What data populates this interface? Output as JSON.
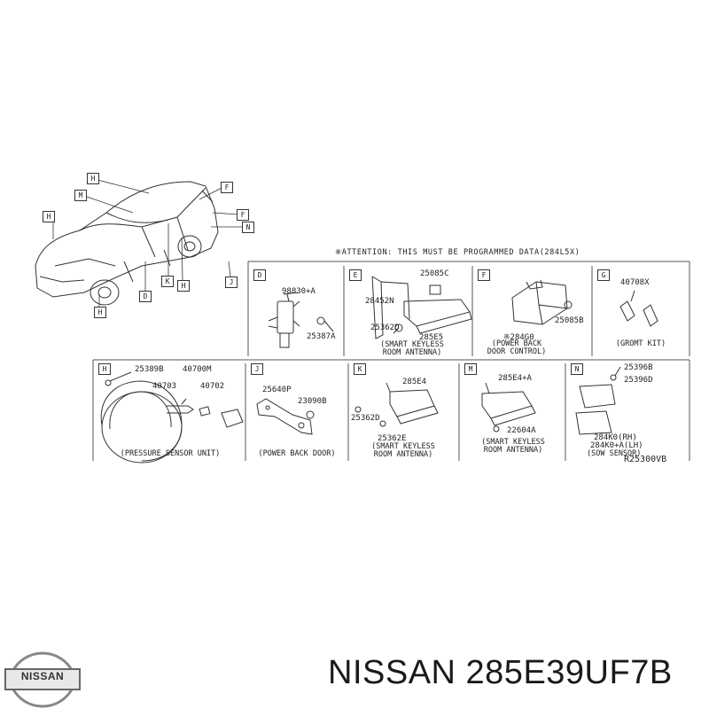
{
  "attention": "※ATTENTION: THIS MUST BE PROGRAMMED DATA(284L5X)",
  "overview": {
    "tags": [
      "H",
      "M",
      "F",
      "F",
      "N",
      "H",
      "D",
      "K",
      "H",
      "J",
      "H"
    ]
  },
  "panels": {
    "D": {
      "tag": "D",
      "parts": [
        "98830+A",
        "25387A"
      ],
      "caption": []
    },
    "E": {
      "tag": "E",
      "parts": [
        "25085C",
        "28452N",
        "25362D",
        "285E5"
      ],
      "caption": [
        "(SMART KEYLESS",
        "ROOM ANTENNA)"
      ]
    },
    "F": {
      "tag": "F",
      "parts": [
        "※284G0",
        "25085B"
      ],
      "caption": [
        "(POWER BACK",
        "DOOR CONTROL)"
      ]
    },
    "G": {
      "tag": "G",
      "parts": [
        "40708X"
      ],
      "caption": [
        "(GROMT KIT)"
      ]
    },
    "H": {
      "tag": "H",
      "parts": [
        "25389B",
        "40700M",
        "40703",
        "40702"
      ],
      "caption": [
        "(PRESSURE SENSOR  UNIT)"
      ]
    },
    "J": {
      "tag": "J",
      "parts": [
        "25640P",
        "23090B"
      ],
      "caption": [
        "(POWER BACK DOOR)"
      ]
    },
    "K": {
      "tag": "K",
      "parts": [
        "285E4",
        "25362D",
        "25362E"
      ],
      "caption": [
        "(SMART KEYLESS",
        "ROOM ANTENNA)"
      ]
    },
    "M": {
      "tag": "M",
      "parts": [
        "285E4+A",
        "22604A"
      ],
      "caption": [
        "(SMART KEYLESS",
        "ROOM ANTENNA)"
      ]
    },
    "N": {
      "tag": "N",
      "parts": [
        "25396B",
        "25396D",
        "284K0(RH)",
        "284K0+A(LH)"
      ],
      "caption": [
        "(SOW SENSOR)"
      ]
    }
  },
  "reference_code": "R25300VB",
  "brand": "NISSAN",
  "part_title": "NISSAN 285E39UF7B"
}
